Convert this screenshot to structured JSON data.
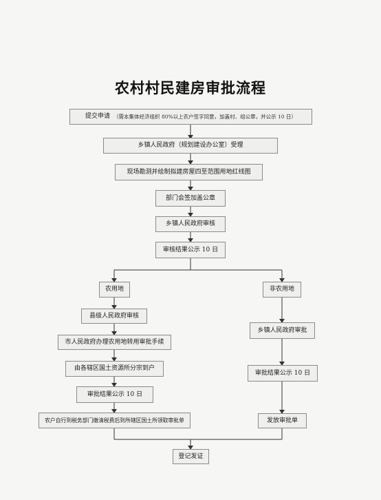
{
  "title": "农村村民建房审批流程",
  "steps": {
    "submit_label": "提交申请",
    "submit_note": "（需本集体经济组织 80%以上农户签字同意，加盖村、组公章，并公示 10 日）",
    "accept": "乡镇人民政府（规划建设办公室）受理",
    "survey": "现场勘测并绘制拟建房屋四至范围用地红线图",
    "seal": "部门会签加盖公章",
    "town_review": "乡镇人民政府审核",
    "publicity": "审核结果公示 10 日",
    "final": "登记发证"
  },
  "left_branch": {
    "head": "农用地",
    "county_review": "县级人民政府审核",
    "city_convert": "市人民政府办理农用地转用审批手续",
    "assign": "由各辖区国土资源所分宗到户",
    "publicity": "审批结果公示 10 日",
    "tax": "农户自行到税务部门缴清税费后到所辖区国土所领取审批单"
  },
  "right_branch": {
    "head": "非农用地",
    "town_approve": "乡镇人民政府审批",
    "publicity": "审批结果公示 10 日",
    "issue": "发放审批单"
  }
}
